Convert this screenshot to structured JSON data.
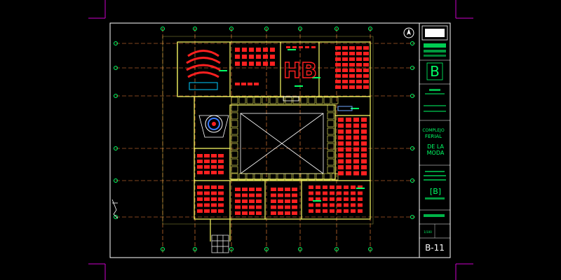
{
  "title_block": {
    "project_line1": "COMPLEJO",
    "project_line2": "FERIAL",
    "subject_line1": "DE LA",
    "subject_line2": "MODA",
    "sheet_letter": "B",
    "sheet_number": "B-11",
    "mid_code": "[B]",
    "scale": "1/100"
  },
  "plan_text": {
    "big_label": "HB"
  },
  "colors": {
    "background": "#000000",
    "frame": "#ffffff",
    "walls": "#ffff66",
    "furniture": "#ff2020",
    "grid": "#ff8a3d",
    "markers": "#00ff66",
    "crop_marks": "#cc00cc",
    "title_text": "#00ff66"
  }
}
